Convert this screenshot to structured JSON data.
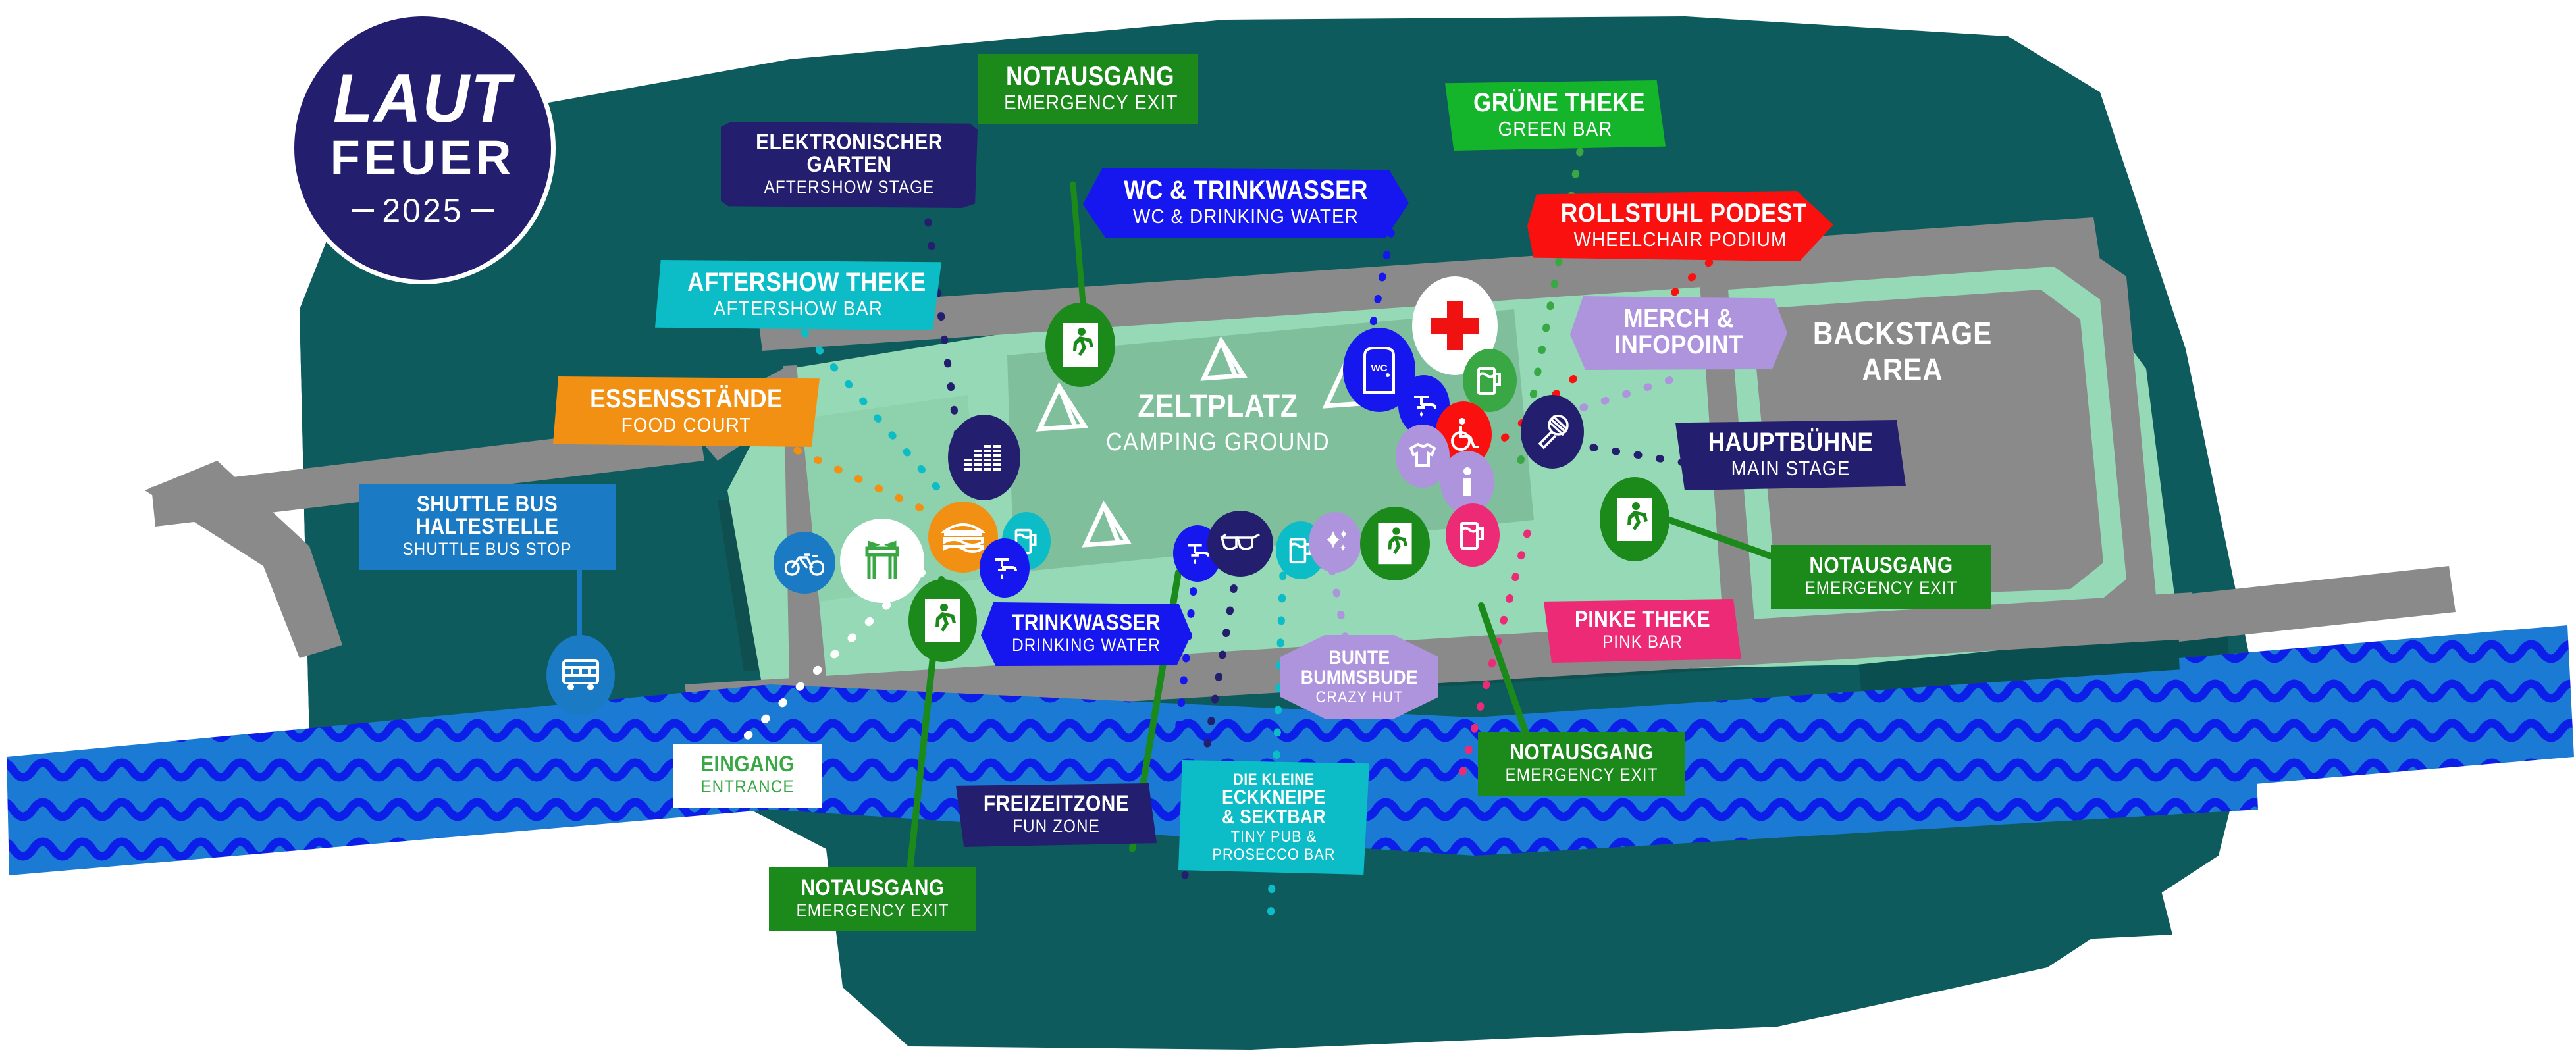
{
  "logo": {
    "line1": "LAUT",
    "line2": "FEUER",
    "year": "2025"
  },
  "areas": [
    {
      "name": "camping",
      "de": "ZELTPLATZ",
      "en": "CAMPING GROUND"
    },
    {
      "name": "backstage",
      "de": "BACKSTAGE",
      "en": "AREA"
    }
  ],
  "labels": [
    {
      "id": "elektronischer-garten",
      "de": "ELEKTRONISCHER\nGARTEN",
      "de1": "ELEKTRONISCHER",
      "de2": "GARTEN",
      "en": "AFTERSHOW STAGE",
      "color": "#241e6e"
    },
    {
      "id": "notausgang-top",
      "de": "NOTAUSGANG",
      "en": "EMERGENCY EXIT",
      "color": "#1b8a1b"
    },
    {
      "id": "wc-trinkwasser",
      "de": "WC & TRINKWASSER",
      "en": "WC & DRINKING WATER",
      "color": "#1616ee"
    },
    {
      "id": "gruene-theke",
      "de": "GRÜNE THEKE",
      "en": "GREEN BAR",
      "color": "#14b52a"
    },
    {
      "id": "rollstuhl-podest",
      "de": "ROLLSTUHL PODEST",
      "en": "WHEELCHAIR PODIUM",
      "color": "#fb1010"
    },
    {
      "id": "aftershow-theke",
      "de": "AFTERSHOW THEKE",
      "en": "AFTERSHOW BAR",
      "color": "#0cbcc6"
    },
    {
      "id": "essensstaende",
      "de": "ESSENSSTÄNDE",
      "en": "FOOD COURT",
      "color": "#f29013"
    },
    {
      "id": "merch-infopoint",
      "de1": "MERCH &",
      "de2": "INFOPOINT",
      "en": "",
      "color": "#ad94dd"
    },
    {
      "id": "hauptbuehne",
      "de": "HAUPTBÜHNE",
      "en": "MAIN STAGE",
      "color": "#241e6e"
    },
    {
      "id": "shuttle-bus",
      "de1": "SHUTTLE BUS",
      "de2": "HALTESTELLE",
      "en": "SHUTTLE BUS STOP",
      "color": "#1a7ac4"
    },
    {
      "id": "notausgang-right",
      "de": "NOTAUSGANG",
      "en": "EMERGENCY EXIT",
      "color": "#1b8a1b"
    },
    {
      "id": "trinkwasser",
      "de": "TRINKWASSER",
      "en": "DRINKING WATER",
      "color": "#1616ee"
    },
    {
      "id": "pinke-theke",
      "de": "PINKE THEKE",
      "en": "PINK BAR",
      "color": "#ec2a75"
    },
    {
      "id": "bunte-bummsbude",
      "de1": "BUNTE",
      "de2": "BUMMSBUDE",
      "en": "CRAZY HUT",
      "color": "#ad94dd"
    },
    {
      "id": "eingang",
      "de": "EINGANG",
      "en": "ENTRANCE",
      "color": "#ffffff",
      "textColor": "#3aa745"
    },
    {
      "id": "freizeitzone",
      "de": "FREIZEITZONE",
      "en": "FUN ZONE",
      "color": "#241e6e"
    },
    {
      "id": "notausgang-bottomcenter",
      "de": "NOTAUSGANG",
      "en": "EMERGENCY EXIT",
      "color": "#1b8a1b"
    },
    {
      "id": "eckkneipe-sektbar",
      "pre": "DIE KLEINE",
      "de1": "ECKKNEIPE",
      "de2": "& SEKTBAR",
      "en1": "TINY PUB &",
      "en2": "PROSECCO BAR",
      "color": "#0cbcc6"
    },
    {
      "id": "notausgang-bottomleft",
      "de": "NOTAUSGANG",
      "en": "EMERGENCY EXIT",
      "color": "#1b8a1b"
    }
  ],
  "icons": [
    {
      "id": "emergency-exit-1",
      "icon": "emergency-exit-icon",
      "bg": "#1b8a1b"
    },
    {
      "id": "wc-1",
      "icon": "portable-toilet-icon",
      "bg": "#1616ee"
    },
    {
      "id": "tap-1",
      "icon": "water-tap-icon",
      "bg": "#1616ee"
    },
    {
      "id": "first-aid",
      "icon": "first-aid-cross-icon",
      "bg": "#ffffff"
    },
    {
      "id": "beer-green",
      "icon": "beer-mug-icon",
      "bg": "#3aa745"
    },
    {
      "id": "wheelchair",
      "icon": "wheelchair-icon",
      "bg": "#fb1010"
    },
    {
      "id": "tshirt",
      "icon": "t-shirt-icon",
      "bg": "#ad94dd"
    },
    {
      "id": "info",
      "icon": "info-icon",
      "bg": "#ad94dd"
    },
    {
      "id": "microphone",
      "icon": "microphone-icon",
      "bg": "#241e6e"
    },
    {
      "id": "beer-pink",
      "icon": "beer-mug-icon",
      "bg": "#ec2a75"
    },
    {
      "id": "emergency-exit-2",
      "icon": "emergency-exit-icon",
      "bg": "#1b8a1b"
    },
    {
      "id": "equalizer",
      "icon": "equalizer-icon",
      "bg": "#241e6e"
    },
    {
      "id": "burger",
      "icon": "burger-icon",
      "bg": "#f29013"
    },
    {
      "id": "beer-teal",
      "icon": "beer-mug-icon",
      "bg": "#0cbcc6"
    },
    {
      "id": "tap-2",
      "icon": "water-tap-icon",
      "bg": "#1616ee"
    },
    {
      "id": "bicycle",
      "icon": "bicycle-icon",
      "bg": "#1a7ac4"
    },
    {
      "id": "entrance-gate",
      "icon": "entrance-gate-icon",
      "bg": "#ffffff"
    },
    {
      "id": "emergency-exit-3",
      "icon": "emergency-exit-icon",
      "bg": "#1b8a1b"
    },
    {
      "id": "tap-3",
      "icon": "water-tap-icon",
      "bg": "#1616ee"
    },
    {
      "id": "sunglasses",
      "icon": "sunglasses-icon",
      "bg": "#241e6e"
    },
    {
      "id": "beer-teal-2",
      "icon": "beer-mug-icon",
      "bg": "#0cbcc6"
    },
    {
      "id": "sparkles",
      "icon": "sparkles-icon",
      "bg": "#ad94dd"
    },
    {
      "id": "emergency-exit-4",
      "icon": "emergency-exit-icon",
      "bg": "#1b8a1b"
    },
    {
      "id": "emergency-exit-5",
      "icon": "emergency-exit-icon",
      "bg": "#1b8a1b"
    },
    {
      "id": "shuttle-bus",
      "icon": "bus-icon",
      "bg": "#1a7ac4"
    }
  ],
  "palette": {
    "land": "#0d5b5d",
    "land_dark": "#104f50",
    "field": "#95d9b6",
    "field_mid": "#7fbf9c",
    "road": "#8a8a8a",
    "stage_grey": "#8a8a8a",
    "water_base": "#1a7ad4",
    "water_wave": "#0c1fe8",
    "white": "#ffffff"
  }
}
